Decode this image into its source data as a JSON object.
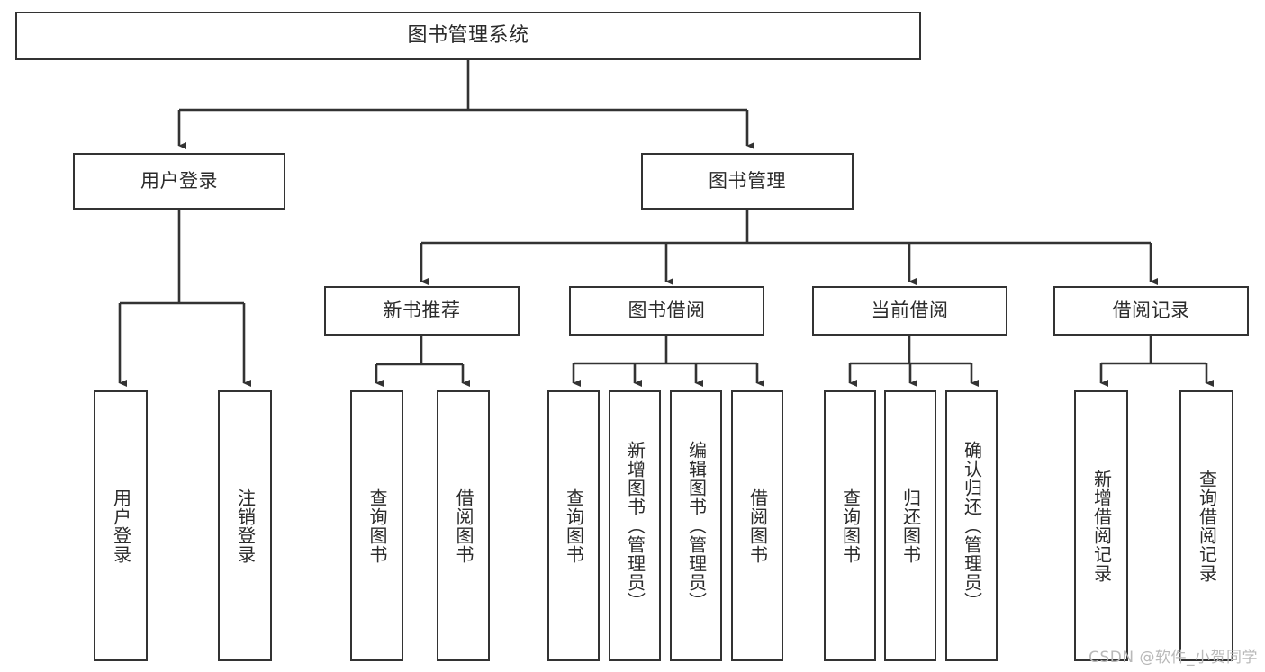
{
  "diagram": {
    "type": "tree",
    "title": "图书管理系统",
    "orientation": "top-down",
    "colors": {
      "stroke": "#333333",
      "fill": "#ffffff",
      "text": "#2b2b2b",
      "watermark": "#b9b9b9"
    },
    "nodes": {
      "root": {
        "label": "图书管理系统"
      },
      "level2": [
        {
          "label": "用户登录"
        },
        {
          "label": "图书管理"
        }
      ],
      "level3": [
        {
          "label": "新书推荐"
        },
        {
          "label": "图书借阅"
        },
        {
          "label": "当前借阅"
        },
        {
          "label": "借阅记录"
        }
      ],
      "leaves": {
        "user_login": [
          {
            "label": "用户登录"
          },
          {
            "label": "注销登录"
          }
        ],
        "new_book_recommend": [
          {
            "label": "查询图书"
          },
          {
            "label": "借阅图书"
          }
        ],
        "book_borrow": [
          {
            "label": "查询图书"
          },
          {
            "label": "新增图书（管理员）"
          },
          {
            "label": "编辑图书（管理员）"
          },
          {
            "label": "借阅图书"
          }
        ],
        "current_borrow": [
          {
            "label": "查询图书"
          },
          {
            "label": "归还图书"
          },
          {
            "label": "确认归还（管理员）"
          }
        ],
        "borrow_record": [
          {
            "label": "新增借阅记录"
          },
          {
            "label": "查询借阅记录"
          }
        ]
      }
    }
  },
  "watermark": {
    "text": "CSDN @软件_小贺同学"
  }
}
